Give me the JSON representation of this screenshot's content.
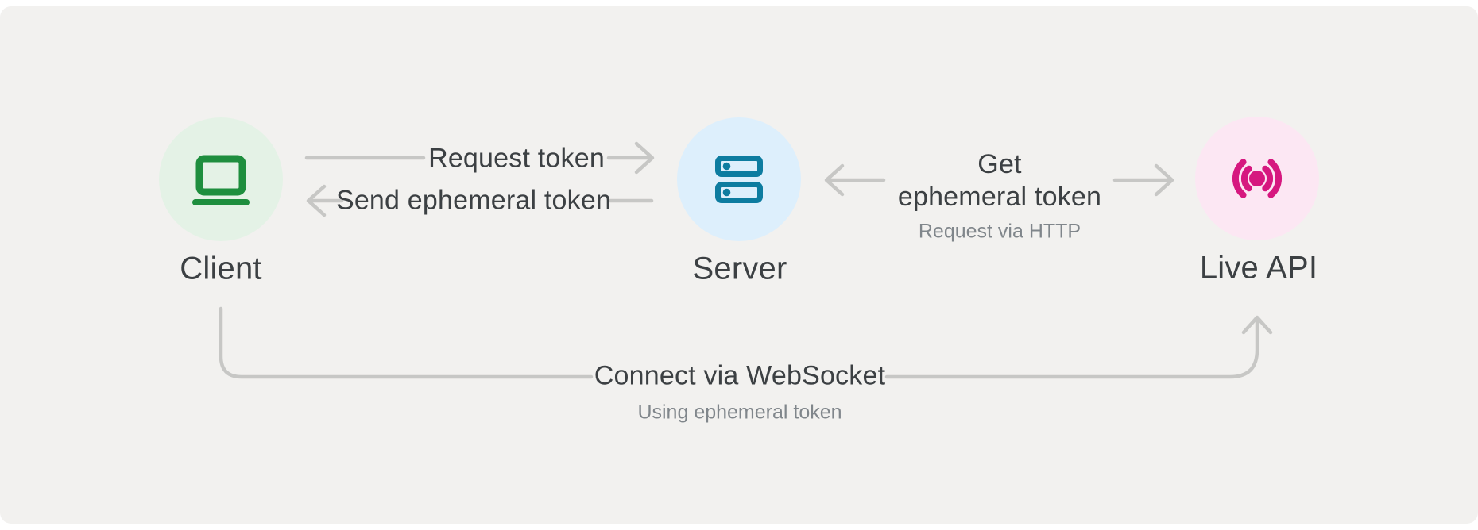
{
  "page": {
    "background": "#ffffff"
  },
  "canvas": {
    "background": "#f2f1ef"
  },
  "colors": {
    "line": "#c7c7c5",
    "text_dark": "#3c4043",
    "text_gray": "#80868b"
  },
  "nodes": {
    "client": {
      "label": "Client",
      "icon": "laptop-icon",
      "circle_color": "#e4f2e6",
      "icon_color": "#1e8e3e"
    },
    "server": {
      "label": "Server",
      "icon": "server-stack-icon",
      "circle_color": "#ddeffc",
      "icon_color": "#0d7ca0"
    },
    "live_api": {
      "label": "Live API",
      "icon": "live-broadcast-icon",
      "circle_color": "#fce7f3",
      "icon_color": "#d6187f"
    }
  },
  "edges": {
    "request_token": {
      "label": "Request token",
      "from": "Client",
      "to": "Server"
    },
    "send_ephemeral_token": {
      "label": "Send ephemeral token",
      "from": "Server",
      "to": "Client"
    },
    "get_ephemeral_token": {
      "label_line1": "Get",
      "label_line2": "ephemeral token",
      "sublabel": "Request via HTTP",
      "from": "Server",
      "to": "Live API"
    },
    "connect_websocket": {
      "label": "Connect via WebSocket",
      "sublabel": "Using ephemeral token",
      "from": "Client",
      "to": "Live API"
    }
  }
}
